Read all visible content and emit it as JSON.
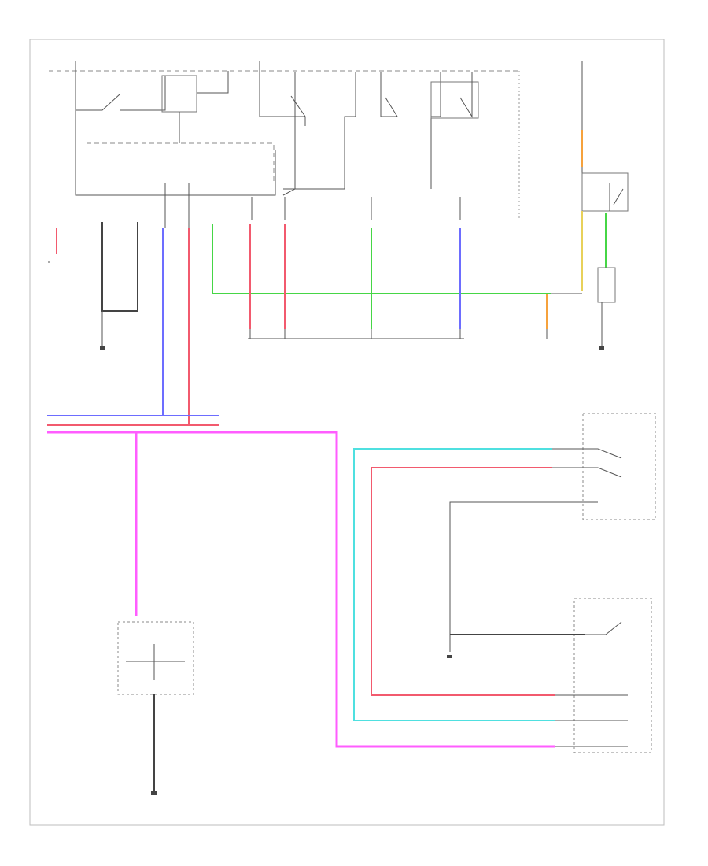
{
  "diagram": {
    "title": "",
    "colors": {
      "green": "#46d646",
      "red": "#f25a6e",
      "blue": "#6d6dff",
      "pink": "#ff5dff",
      "cyan": "#4fe0e0",
      "orange": "#f6a23c",
      "yellow": "#e8d15a",
      "line": "#555555"
    },
    "icons": [
      "ground-symbol",
      "switch-symbol",
      "connector-symbol"
    ],
    "labels": []
  }
}
